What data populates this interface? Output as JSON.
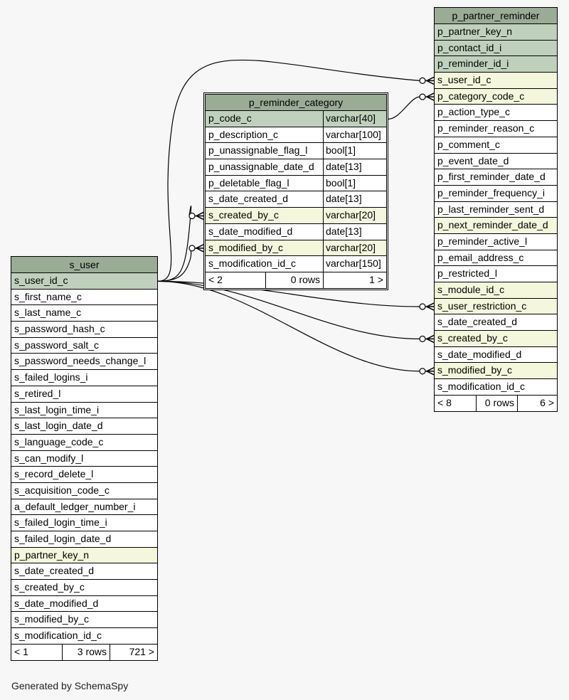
{
  "tables": {
    "p_partner_reminder": {
      "name": "p_partner_reminder",
      "columns": [
        {
          "name": "p_partner_key_n",
          "kind": "pk"
        },
        {
          "name": "p_contact_id_i",
          "kind": "pk"
        },
        {
          "name": "p_reminder_id_i",
          "kind": "pk"
        },
        {
          "name": "s_user_id_c",
          "kind": "fk"
        },
        {
          "name": "p_category_code_c",
          "kind": "fk"
        },
        {
          "name": "p_action_type_c",
          "kind": ""
        },
        {
          "name": "p_reminder_reason_c",
          "kind": ""
        },
        {
          "name": "p_comment_c",
          "kind": ""
        },
        {
          "name": "p_event_date_d",
          "kind": ""
        },
        {
          "name": "p_first_reminder_date_d",
          "kind": ""
        },
        {
          "name": "p_reminder_frequency_i",
          "kind": ""
        },
        {
          "name": "p_last_reminder_sent_d",
          "kind": ""
        },
        {
          "name": "p_next_reminder_date_d",
          "kind": "fk"
        },
        {
          "name": "p_reminder_active_l",
          "kind": ""
        },
        {
          "name": "p_email_address_c",
          "kind": ""
        },
        {
          "name": "p_restricted_l",
          "kind": ""
        },
        {
          "name": "s_module_id_c",
          "kind": "fk"
        },
        {
          "name": "s_user_restriction_c",
          "kind": "fk"
        },
        {
          "name": "s_date_created_d",
          "kind": ""
        },
        {
          "name": "s_created_by_c",
          "kind": "fk"
        },
        {
          "name": "s_date_modified_d",
          "kind": ""
        },
        {
          "name": "s_modified_by_c",
          "kind": "fk"
        },
        {
          "name": "s_modification_id_c",
          "kind": ""
        }
      ],
      "footer": {
        "parents": "< 8",
        "rows": "0 rows",
        "children": "6 >"
      }
    },
    "p_reminder_category": {
      "name": "p_reminder_category",
      "columns": [
        {
          "name": "p_code_c",
          "type": "varchar[40]",
          "kind": "pk"
        },
        {
          "name": "p_description_c",
          "type": "varchar[100]",
          "kind": ""
        },
        {
          "name": "p_unassignable_flag_l",
          "type": "bool[1]",
          "kind": ""
        },
        {
          "name": "p_unassignable_date_d",
          "type": "date[13]",
          "kind": ""
        },
        {
          "name": "p_deletable_flag_l",
          "type": "bool[1]",
          "kind": ""
        },
        {
          "name": "s_date_created_d",
          "type": "date[13]",
          "kind": ""
        },
        {
          "name": "s_created_by_c",
          "type": "varchar[20]",
          "kind": "fk"
        },
        {
          "name": "s_date_modified_d",
          "type": "date[13]",
          "kind": ""
        },
        {
          "name": "s_modified_by_c",
          "type": "varchar[20]",
          "kind": "fk"
        },
        {
          "name": "s_modification_id_c",
          "type": "varchar[150]",
          "kind": ""
        }
      ],
      "footer": {
        "parents": "< 2",
        "rows": "0 rows",
        "children": "1 >"
      }
    },
    "s_user": {
      "name": "s_user",
      "columns": [
        {
          "name": "s_user_id_c",
          "kind": "pk"
        },
        {
          "name": "s_first_name_c",
          "kind": ""
        },
        {
          "name": "s_last_name_c",
          "kind": ""
        },
        {
          "name": "s_password_hash_c",
          "kind": ""
        },
        {
          "name": "s_password_salt_c",
          "kind": ""
        },
        {
          "name": "s_password_needs_change_l",
          "kind": ""
        },
        {
          "name": "s_failed_logins_i",
          "kind": ""
        },
        {
          "name": "s_retired_l",
          "kind": ""
        },
        {
          "name": "s_last_login_time_i",
          "kind": ""
        },
        {
          "name": "s_last_login_date_d",
          "kind": ""
        },
        {
          "name": "s_language_code_c",
          "kind": ""
        },
        {
          "name": "s_can_modify_l",
          "kind": ""
        },
        {
          "name": "s_record_delete_l",
          "kind": ""
        },
        {
          "name": "s_acquisition_code_c",
          "kind": ""
        },
        {
          "name": "a_default_ledger_number_i",
          "kind": ""
        },
        {
          "name": "s_failed_login_time_i",
          "kind": ""
        },
        {
          "name": "s_failed_login_date_d",
          "kind": ""
        },
        {
          "name": "p_partner_key_n",
          "kind": "fk"
        },
        {
          "name": "s_date_created_d",
          "kind": ""
        },
        {
          "name": "s_created_by_c",
          "kind": ""
        },
        {
          "name": "s_date_modified_d",
          "kind": ""
        },
        {
          "name": "s_modified_by_c",
          "kind": ""
        },
        {
          "name": "s_modification_id_c",
          "kind": ""
        }
      ],
      "footer": {
        "parents": "< 1",
        "rows": "3 rows",
        "children": "721 >"
      }
    }
  },
  "relationships": [
    {
      "from": "s_user.s_user_id_c",
      "to": "p_partner_reminder.s_user_id_c"
    },
    {
      "from": "p_reminder_category.p_code_c",
      "to": "p_partner_reminder.p_category_code_c"
    },
    {
      "from": "s_user.s_user_id_c",
      "to": "p_reminder_category.s_created_by_c"
    },
    {
      "from": "s_user.s_user_id_c",
      "to": "p_reminder_category.s_modified_by_c"
    },
    {
      "from": "s_user.s_user_id_c",
      "to": "p_partner_reminder.s_user_restriction_c"
    },
    {
      "from": "s_user.s_user_id_c",
      "to": "p_partner_reminder.s_created_by_c"
    },
    {
      "from": "s_user.s_user_id_c",
      "to": "p_partner_reminder.s_modified_by_c"
    }
  ],
  "colors": {
    "header": "#9aab96",
    "primary_key": "#bfd1bd",
    "foreign_key": "#f4f7dc",
    "background": "#f7f7f7"
  },
  "credit": "Generated by SchemaSpy"
}
